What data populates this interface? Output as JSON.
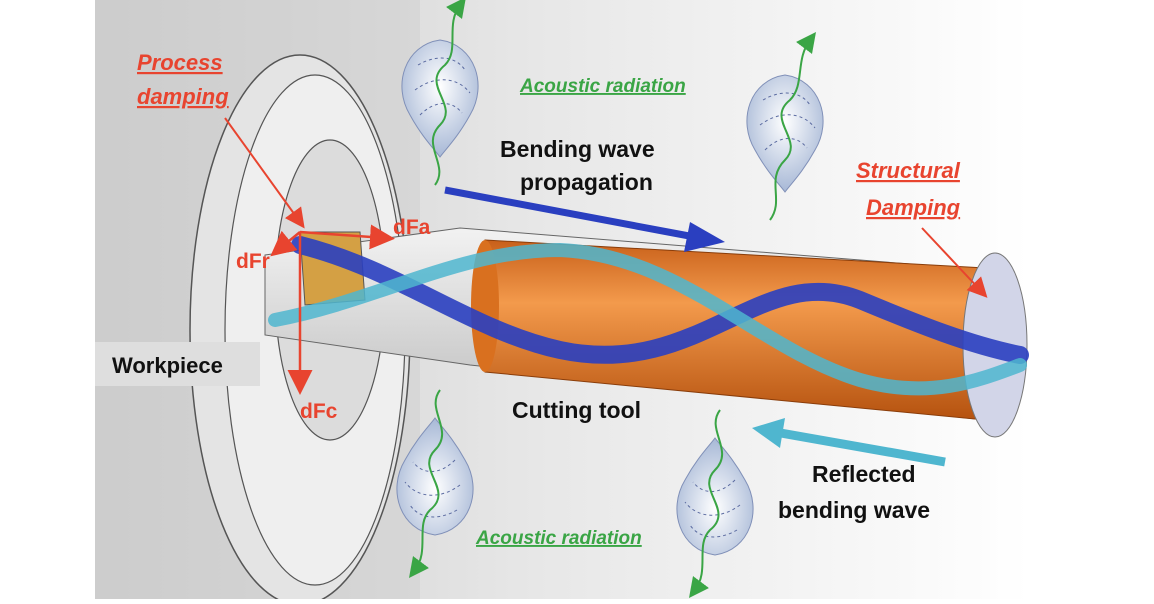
{
  "labels": {
    "process_damping_l1": "Process",
    "process_damping_l2": "damping",
    "acoustic_radiation_top": "Acoustic radiation",
    "bending_wave_l1": "Bending wave",
    "bending_wave_l2": "propagation",
    "structural_damping_l1": "Structural",
    "structural_damping_l2": "Damping",
    "dfa": "dFa",
    "dfr": "dFr",
    "dfc": "dFc",
    "workpiece": "Workpiece",
    "cutting_tool": "Cutting tool",
    "reflected_l1": "Reflected",
    "reflected_l2": "bending wave",
    "acoustic_radiation_bottom": "Acoustic radiation"
  },
  "colors": {
    "annotation_red": "#e8442f",
    "acoustic_green": "#3aa545",
    "bending_wave_blue": "#2a3fc0",
    "reflected_wave_cyan": "#4fb6cf",
    "tool_orange": "#e07a2a",
    "workpiece_gray": "#d8d8d8"
  },
  "icons": {
    "acoustic_lobe": "acoustic-lobe-icon",
    "wave_arrow": "arrow-right-icon"
  }
}
